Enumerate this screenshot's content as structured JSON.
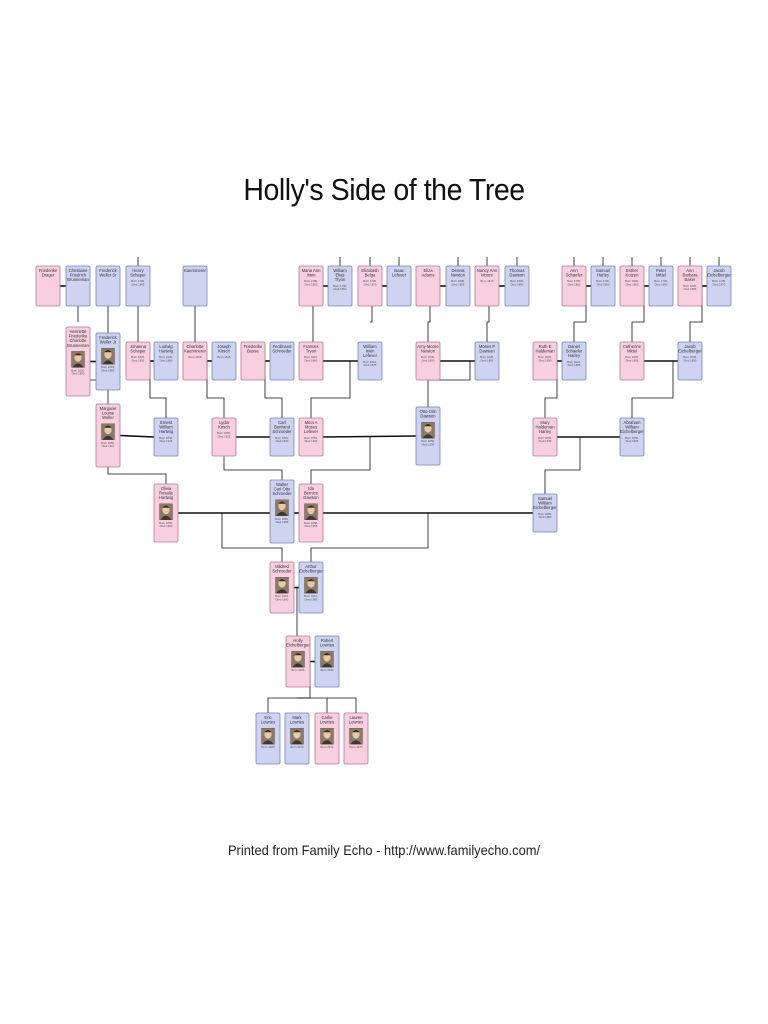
{
  "title": "Holly's Side of the Tree",
  "footer": "Printed from Family Echo - http://www.familyecho.com/",
  "people": [
    {
      "id": "p1",
      "name": "Friederike Drager",
      "sex": "f",
      "dates": ""
    },
    {
      "id": "p2",
      "name": "Christiane Friedrich Brunneman",
      "sex": "m",
      "dates": ""
    },
    {
      "id": "p3",
      "name": "Frederick Weller Sr",
      "sex": "m",
      "dates": ""
    },
    {
      "id": "p4",
      "name": "Henry Schaper",
      "sex": "m",
      "dates": "Born 1790, Died 1845"
    },
    {
      "id": "p5",
      "name": "Kaemmerer",
      "sex": "m",
      "dates": ""
    },
    {
      "id": "p6",
      "name": "Maria Ann Irwin",
      "sex": "f",
      "dates": "Born 1780, Died 1850"
    },
    {
      "id": "p7",
      "name": "William Elias Tryon",
      "sex": "m",
      "dates": "Born 1780, Died 1860"
    },
    {
      "id": "p8",
      "name": "Elizabeth Belga",
      "sex": "f",
      "dates": "Born 1790, Died 1870"
    },
    {
      "id": "p9",
      "name": "Isaac Lefever",
      "sex": "m",
      "dates": ""
    },
    {
      "id": "p10",
      "name": "Eliza Adams",
      "sex": "f",
      "dates": ""
    },
    {
      "id": "p11",
      "name": "Dennis Newton",
      "sex": "m",
      "dates": "Born 1800, Died 1865"
    },
    {
      "id": "p12",
      "name": "Nancy Ann Moore",
      "sex": "f",
      "dates": "Born 1810"
    },
    {
      "id": "p13",
      "name": "Thomas Dawson",
      "sex": "m",
      "dates": "Born 1805, Died 1880"
    },
    {
      "id": "p14",
      "name": "Ann Schaefer",
      "sex": "f",
      "dates": "Born 1795, Died 1860"
    },
    {
      "id": "p15",
      "name": "Samuel Harley",
      "sex": "m",
      "dates": "Born 1790, Died 1850"
    },
    {
      "id": "p16",
      "name": "Esther Kotzen",
      "sex": "f",
      "dates": "Born 1800, Died 1860"
    },
    {
      "id": "p17",
      "name": "Peter Mittel",
      "sex": "m",
      "dates": "Born 1795, Died 1860"
    },
    {
      "id": "p18",
      "name": "Ann Barbara Baker",
      "sex": "f",
      "dates": "Born 1800, Died 1865"
    },
    {
      "id": "p19",
      "name": "Jacob Eichelberger",
      "sex": "m",
      "dates": "Born 1795, Died 1870"
    },
    {
      "id": "p20",
      "name": "Henriette Friederike Charlotte Brunneman",
      "sex": "f",
      "dates": "Born 1820, Died 1890",
      "photo": true
    },
    {
      "id": "p21",
      "name": "Frederick Weller Jr",
      "sex": "m",
      "dates": "Born 1818, Died 1885",
      "photo": true
    },
    {
      "id": "p22",
      "name": "Johanna Schaper",
      "sex": "f",
      "dates": "Born 1825, Died 1895"
    },
    {
      "id": "p23",
      "name": "Ludwig Hartwig",
      "sex": "m",
      "dates": "Born 1820, Died 1880"
    },
    {
      "id": "p24",
      "name": "Charlotte Kaemmerer",
      "sex": "f",
      "dates": "Born 1828"
    },
    {
      "id": "p25",
      "name": "Joseph Kirsch",
      "sex": "m",
      "dates": "Born 1825"
    },
    {
      "id": "p26",
      "name": "Friederike Busse",
      "sex": "f",
      "dates": ""
    },
    {
      "id": "p27",
      "name": "Ferdinand Schroeder",
      "sex": "m",
      "dates": ""
    },
    {
      "id": "p28",
      "name": "Frances Tryon",
      "sex": "f",
      "dates": "Born 1815, Died 1880"
    },
    {
      "id": "p29",
      "name": "William Irwin Lefever",
      "sex": "m",
      "dates": "Born 1812, Died 1875"
    },
    {
      "id": "p30",
      "name": "Amy Moore Newton",
      "sex": "f",
      "dates": "Born 1830, Died 1890"
    },
    {
      "id": "p31",
      "name": "Moses P Dawson",
      "sex": "m",
      "dates": "Born 1828, Died 1895"
    },
    {
      "id": "p32",
      "name": "Ruth E Haldeman",
      "sex": "f",
      "dates": "Born 1825, Died 1890"
    },
    {
      "id": "p33",
      "name": "Daniel Schaefer Harley",
      "sex": "m",
      "dates": "Born 1822, Died 1885"
    },
    {
      "id": "p34",
      "name": "Catherine Mittel",
      "sex": "f",
      "dates": "Born 1830, Died 1895"
    },
    {
      "id": "p35",
      "name": "Jacob Eichelberger",
      "sex": "m",
      "dates": "Born 1828, Died 1890"
    },
    {
      "id": "p36",
      "name": "Margaret Louise Weller",
      "sex": "f",
      "dates": "Born 1850, Died 1920",
      "photo": true
    },
    {
      "id": "p37",
      "name": "Ernest William Hartwig",
      "sex": "m",
      "dates": "Born 1848, Died 1915"
    },
    {
      "id": "p38",
      "name": "Lydia Kirsch",
      "sex": "f",
      "dates": "Born 1855, Died 1925"
    },
    {
      "id": "p39",
      "name": "Carl Bertrand Schroeder",
      "sex": "m",
      "dates": "Born 1852, Died 1920"
    },
    {
      "id": "p40",
      "name": "Mina A Moses Lefever",
      "sex": "f",
      "dates": "Born 1855, Died 1930"
    },
    {
      "id": "p41",
      "name": "Otto Orin Dawson",
      "sex": "m",
      "dates": "Born 1858, Died 1935",
      "photo": true
    },
    {
      "id": "p42",
      "name": "Mary Haldeman Harley",
      "sex": "f",
      "dates": "Born 1855, Died 1930"
    },
    {
      "id": "p43",
      "name": "Abraham William Eichelberger",
      "sex": "m",
      "dates": "Born 1850, Died 1925"
    },
    {
      "id": "p44",
      "name": "Olivia Rosalie Hartwig",
      "sex": "f",
      "dates": "Born 1885, Died 1960",
      "photo": true
    },
    {
      "id": "p45",
      "name": "Walter Carl Otto Schroeder",
      "sex": "m",
      "dates": "Born 1882, Died 1955",
      "photo": true
    },
    {
      "id": "p46",
      "name": "Ida Bernice Dawson",
      "sex": "f",
      "dates": "Born 1888, Died 1965",
      "photo": true
    },
    {
      "id": "p47",
      "name": "Samuel William Eichelberger",
      "sex": "m",
      "dates": "Born 1885, Died 1960"
    },
    {
      "id": "p48",
      "name": "Mildred Schroeder",
      "sex": "f",
      "dates": "Born 1915, Died 1990",
      "photo": true
    },
    {
      "id": "p49",
      "name": "Arthur Eichelberger",
      "sex": "m",
      "dates": "Born 1912, Died 1985",
      "photo": true
    },
    {
      "id": "p50",
      "name": "Holly Eichelberger",
      "sex": "f",
      "dates": "Born 1945",
      "photo": true
    },
    {
      "id": "p51",
      "name": "Robert Lowries",
      "sex": "m",
      "dates": "Born 1943",
      "photo": true
    },
    {
      "id": "p52",
      "name": "Eric Lowries",
      "sex": "m",
      "dates": "Born 1968",
      "photo": true
    },
    {
      "id": "p53",
      "name": "Mark Lowries",
      "sex": "m",
      "dates": "Born 1970",
      "photo": true
    },
    {
      "id": "p54",
      "name": "Carlie Lowries",
      "sex": "f",
      "dates": "Born 1972",
      "photo": true
    },
    {
      "id": "p55",
      "name": "Lauren Lowries",
      "sex": "f",
      "dates": "Born 1975",
      "photo": true
    }
  ]
}
